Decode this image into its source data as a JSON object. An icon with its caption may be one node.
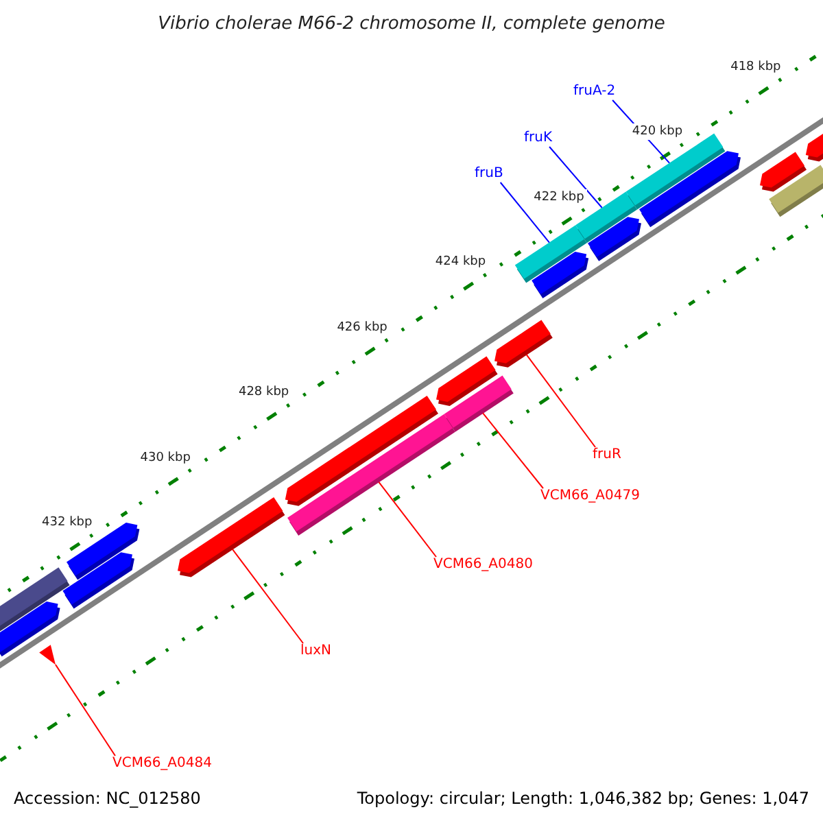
{
  "diagram": {
    "title": "Vibrio cholerae M66-2 chromosome II, complete genome",
    "nodes": [
      {
        "text": [
          "fruA-2"
        ]
      },
      {
        "text": [
          "fruK"
        ]
      },
      {
        "text": [
          "fruB"
        ]
      },
      {
        "text": [
          "fruR"
        ]
      },
      {
        "text": [
          "VCM66_A0479"
        ]
      },
      {
        "text": [
          "VCM66_A0480"
        ]
      },
      {
        "text": [
          "luxN"
        ]
      },
      {
        "text": [
          "VCM66_A0484"
        ]
      },
      {
        "text": [],
        "shape": "triangle"
      },
      {
        "text": [],
        "shape": "bar"
      },
      {
        "text": [],
        "shape": "bar"
      },
      {
        "text": [],
        "shape": "bar"
      },
      {
        "text": [],
        "shape": "bar"
      },
      {
        "text": [],
        "shape": "bar"
      },
      {
        "text": [],
        "shape": "bar"
      },
      {
        "text": [],
        "shape": "bar"
      }
    ],
    "edges": [
      {
        "from": 0,
        "to": 15,
        "arrow": "none",
        "color": "#0000ff"
      },
      {
        "from": 1,
        "to": 14,
        "arrow": "none",
        "color": "#0000ff"
      },
      {
        "from": 2,
        "to": 13,
        "arrow": "none",
        "color": "#0000ff"
      },
      {
        "from": 3,
        "to": 12,
        "arrow": "none"
      },
      {
        "from": 4,
        "to": 11,
        "arrow": "none"
      },
      {
        "from": 5,
        "to": 10,
        "arrow": "none"
      },
      {
        "from": 6,
        "to": 9,
        "arrow": "none"
      },
      {
        "from": 7,
        "to": 8,
        "arrow": "none"
      }
    ],
    "labels": [
      "418 kbp",
      "420 kbp",
      "422 kbp",
      "424 kbp",
      "426 kbp",
      "428 kbp",
      "430 kbp",
      "432 kbp",
      "Accession: NC_012580",
      "Topology: circular; Length: 1,046,382 bp; Genes: 1,047"
    ]
  }
}
